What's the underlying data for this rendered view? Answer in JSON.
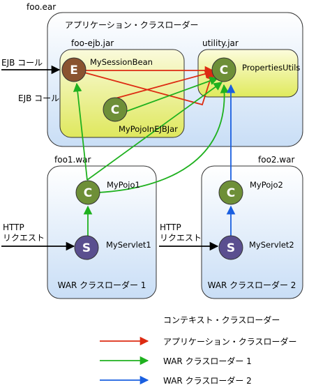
{
  "containers": {
    "ear": {
      "label": "foo.ear"
    },
    "app_loader": {
      "label": "アプリケーション・クラスローダー"
    },
    "ejb_jar": {
      "label": "foo-ejb.jar"
    },
    "utility_jar": {
      "label": "utility.jar"
    },
    "war1": {
      "label": "foo1.war",
      "loader_label": "WAR クラスローダー 1"
    },
    "war2": {
      "label": "foo2.war",
      "loader_label": "WAR クラスローダー 2"
    }
  },
  "nodes": {
    "session_bean": {
      "letter": "E",
      "label": "MySessionBean",
      "color": "#8a5330"
    },
    "properties_utils": {
      "letter": "C",
      "label": "PropertiesUtils",
      "color": "#6e8f38"
    },
    "pojo_ejb": {
      "letter": "C",
      "label": "MyPojoInEJBJar",
      "color": "#6e8f38"
    },
    "pojo1": {
      "letter": "C",
      "label": "MyPojo1",
      "color": "#6e8f38"
    },
    "servlet1": {
      "letter": "S",
      "label": "MyServlet1",
      "color": "#5a4f8f"
    },
    "pojo2": {
      "letter": "C",
      "label": "MyPojo2",
      "color": "#6e8f38"
    },
    "servlet2": {
      "letter": "S",
      "label": "MyServlet2",
      "color": "#5a4f8f"
    }
  },
  "external_labels": {
    "ejb_call_1": "EJB コール",
    "ejb_call_2": "EJB コール",
    "http_req_1_line1": "HTTP",
    "http_req_1_line2": "リクエスト",
    "http_req_2_line1": "HTTP",
    "http_req_2_line2": "リクエスト"
  },
  "legend": {
    "title": "コンテキスト・クラスローダー",
    "items": [
      {
        "label": "アプリケーション・クラスローダー",
        "color": "#dd2b12"
      },
      {
        "label": "WAR  クラスローダー 1",
        "color": "#1fb11f"
      },
      {
        "label": "WAR  クラスローダー 2",
        "color": "#1a5fe0"
      }
    ]
  },
  "colors": {
    "box_fill_top": "#ffffff",
    "box_fill_bottom": "#c9def6",
    "jar_fill_top": "#fbfbd8",
    "jar_fill_bottom": "#e3ec63",
    "box_stroke": "#333333",
    "arrow_black": "#000000"
  }
}
